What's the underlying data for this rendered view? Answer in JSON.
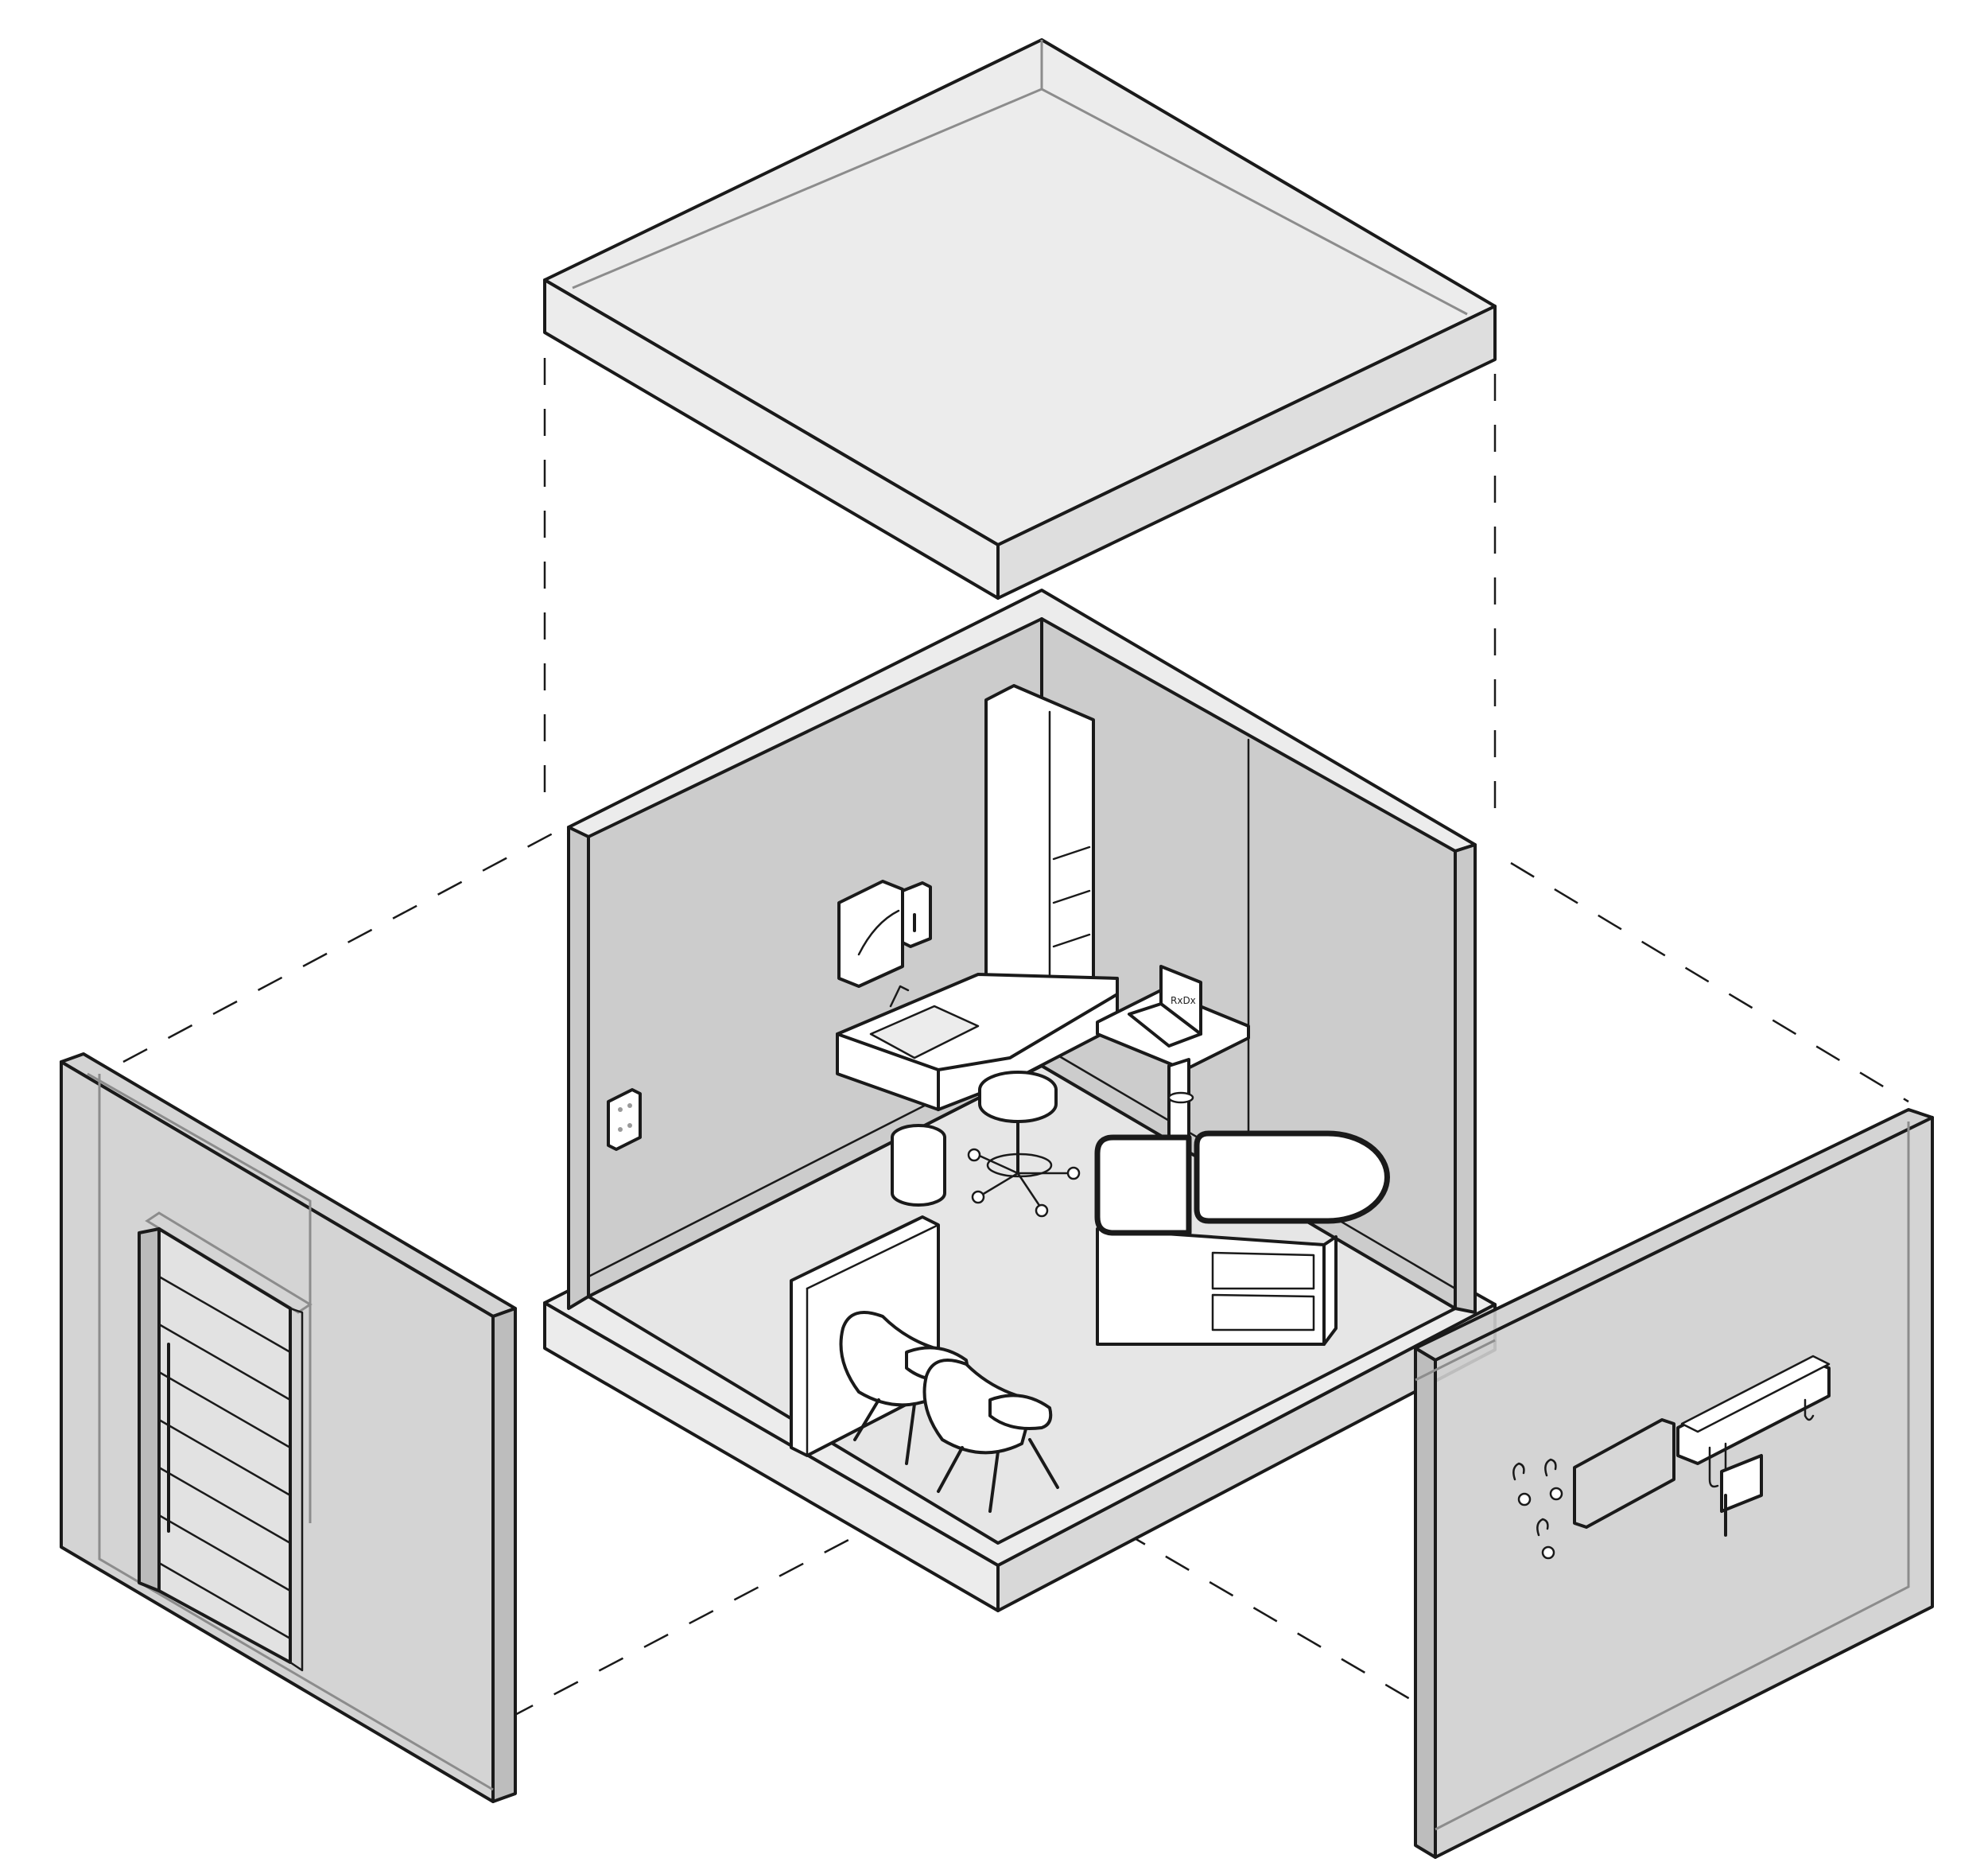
{
  "diagram": {
    "screen_label": "RxDx",
    "components": [
      "ceiling-slab",
      "room-shell",
      "left-wall-panel",
      "right-wall-panel"
    ],
    "furniture": [
      "tall-storage-cabinet",
      "paper-towel-dispenser",
      "soap-dispenser",
      "sink-counter",
      "laptop",
      "computer-desk",
      "exam-stool",
      "waste-bin",
      "exam-table",
      "privacy-partition",
      "guest-chair",
      "wall-switch",
      "entry-door",
      "coat-hooks",
      "wall-monitor",
      "diagnostic-wall-unit"
    ]
  }
}
